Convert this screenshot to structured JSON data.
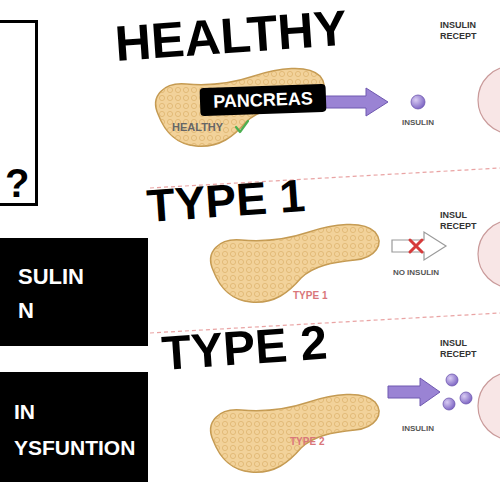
{
  "diagram": {
    "nodes": [
      {
        "text": [
          "?"
        ]
      },
      {
        "text": [
          "PANCREAS"
        ]
      },
      {
        "text": [
          "SULIN N"
        ]
      },
      {
        "text": [
          "IN YSFUNTION"
        ]
      }
    ],
    "labels": [
      "HEALTHY",
      "INSULIN RECEPT",
      "HEALTHY",
      "INSULIN",
      "TYPE 1",
      "INSUL RECEPT",
      "TYPE 1",
      "NO INSULIN",
      "TYPE 2",
      "INSUL RECEPT",
      "TYPE 2",
      "INSULIN"
    ]
  }
}
